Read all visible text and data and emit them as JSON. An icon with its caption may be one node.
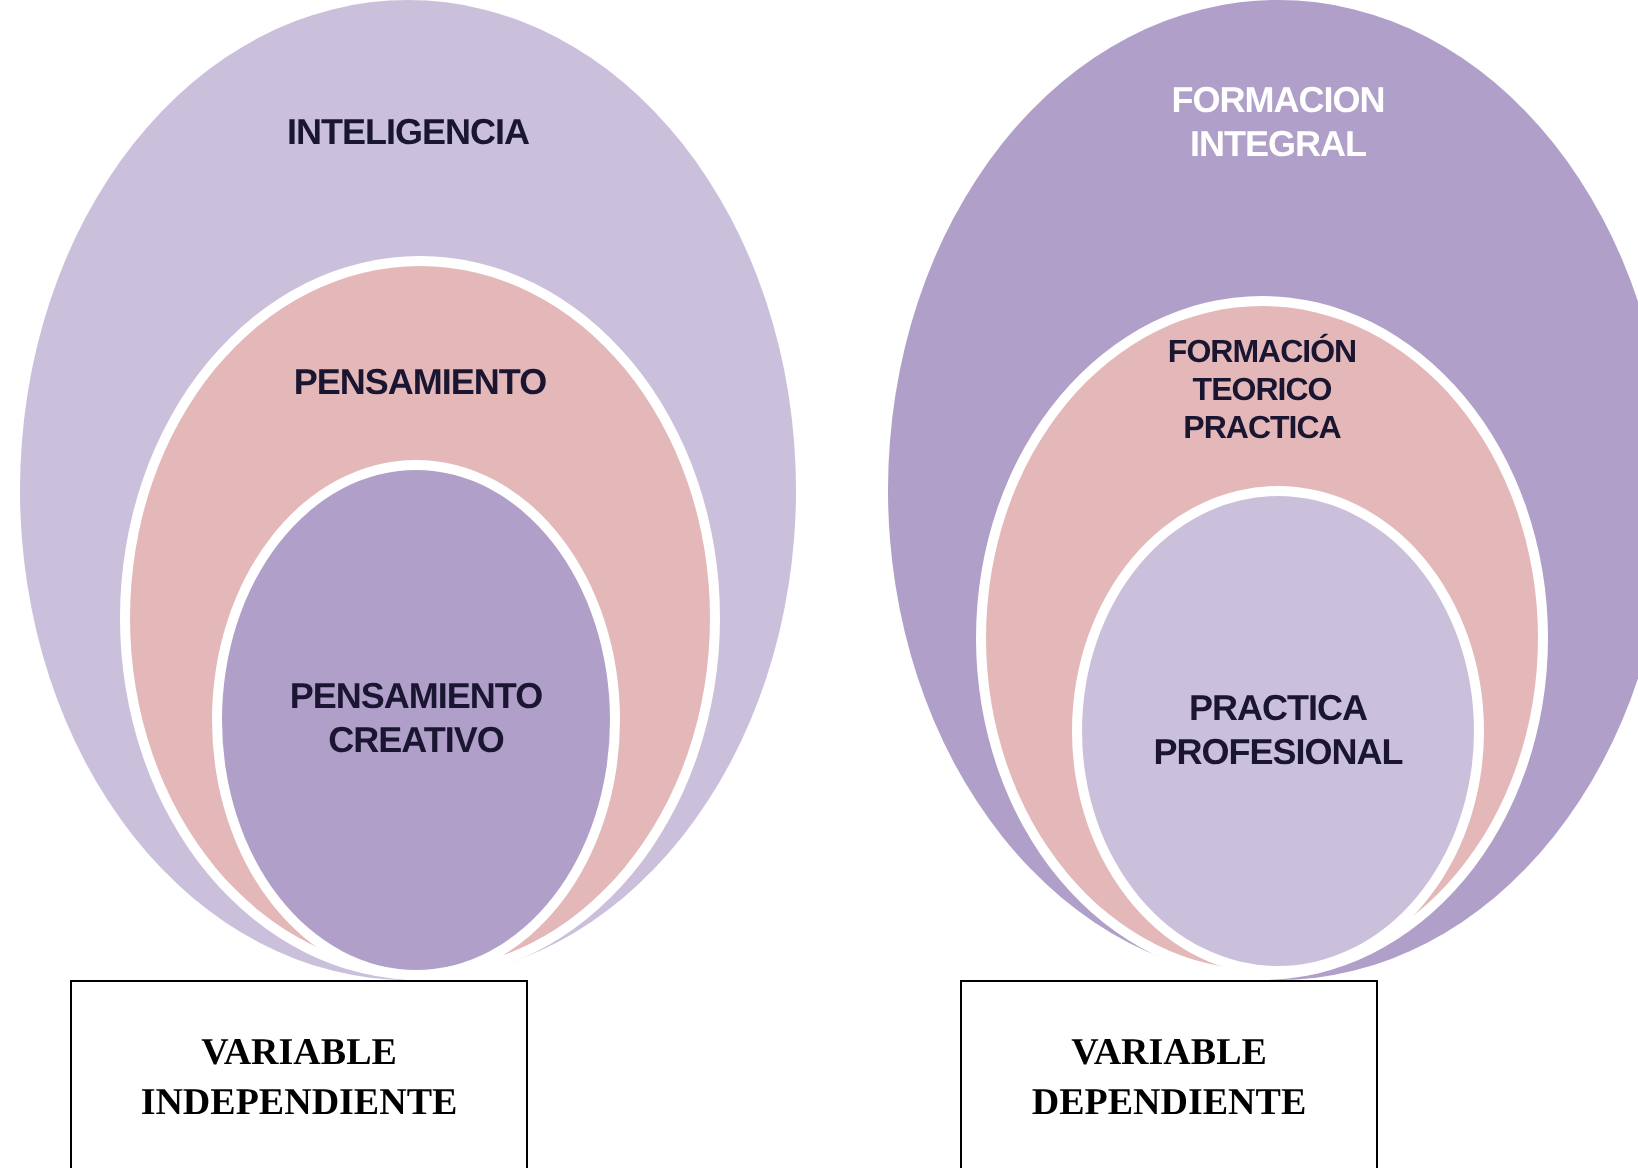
{
  "diagram": {
    "nodes": [
      {
        "text": [
          "INTELIGENCIA"
        ]
      },
      {
        "text": [
          "PENSAMIENTO"
        ],
        "in": 0
      },
      {
        "text": [
          "PENSAMIENTO CREATIVO"
        ],
        "in": 1
      },
      {
        "text": [
          "VARIABLE INDEPENDIENTE"
        ]
      },
      {
        "text": [
          "FORMACION INTEGRAL"
        ]
      },
      {
        "text": [
          "FORMACIÓN TEORICO PRACTICA"
        ],
        "in": 4
      },
      {
        "text": [
          "PRACTICA PROFESIONAL"
        ],
        "in": 5
      },
      {
        "text": [
          "VARIABLE DEPENDIENTE"
        ]
      }
    ]
  }
}
